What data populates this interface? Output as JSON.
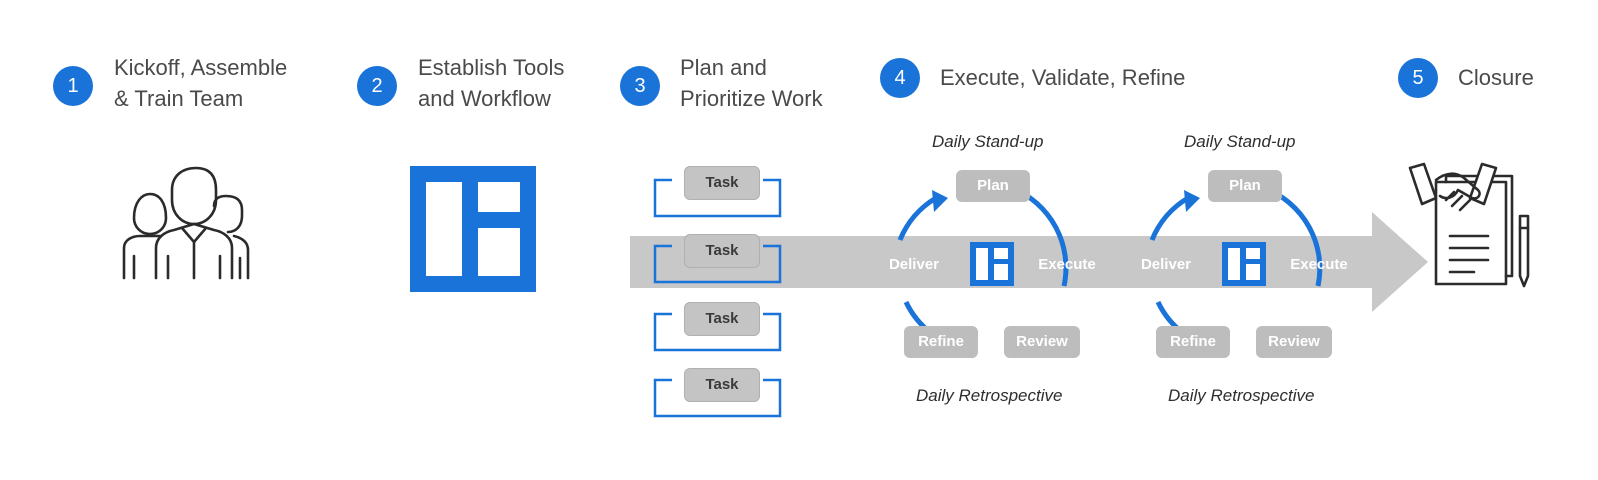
{
  "steps": [
    {
      "number": "1",
      "title": "Kickoff, Assemble\n& Train Team"
    },
    {
      "number": "2",
      "title": "Establish Tools\nand Workflow"
    },
    {
      "number": "3",
      "title": "Plan and\nPrioritize Work"
    },
    {
      "number": "4",
      "title": "Execute, Validate, Refine"
    },
    {
      "number": "5",
      "title": "Closure"
    }
  ],
  "tasks": [
    "Task",
    "Task",
    "Task",
    "Task"
  ],
  "cycles": [
    {
      "top_caption": "Daily Stand-up",
      "bottom_caption": "Daily Retrospective",
      "plan": "Plan",
      "execute": "Execute",
      "review": "Review",
      "refine": "Refine",
      "deliver": "Deliver"
    },
    {
      "top_caption": "Daily Stand-up",
      "bottom_caption": "Daily Retrospective",
      "plan": "Plan",
      "execute": "Execute",
      "review": "Review",
      "refine": "Refine",
      "deliver": "Deliver"
    }
  ],
  "icons": {
    "step1": "team-icon",
    "step2": "board-icon",
    "step5": "handshake-contract-icon"
  },
  "colors": {
    "accent": "#1a73d9",
    "arrow": "#c8c8c8",
    "pill": "#bdbdbd"
  }
}
